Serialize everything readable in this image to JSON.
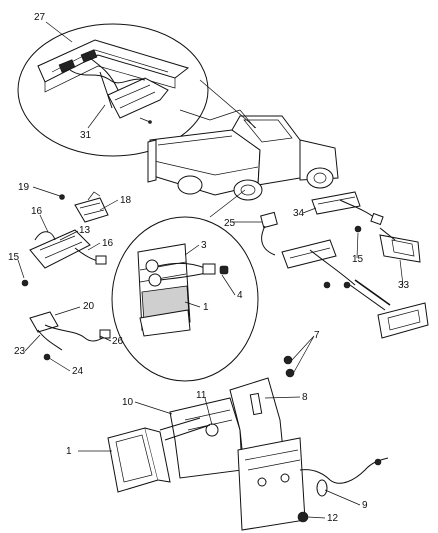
{
  "callouts": [
    {
      "id": "c27",
      "label": "27"
    },
    {
      "id": "c31",
      "label": "31"
    },
    {
      "id": "c19",
      "label": "19"
    },
    {
      "id": "c18",
      "label": "18"
    },
    {
      "id": "c16a",
      "label": "16"
    },
    {
      "id": "c13",
      "label": "13"
    },
    {
      "id": "c16b",
      "label": "16"
    },
    {
      "id": "c15a",
      "label": "15"
    },
    {
      "id": "c3",
      "label": "3"
    },
    {
      "id": "c4",
      "label": "4"
    },
    {
      "id": "c1a",
      "label": "1"
    },
    {
      "id": "c25",
      "label": "25"
    },
    {
      "id": "c34",
      "label": "34"
    },
    {
      "id": "c15b",
      "label": "15"
    },
    {
      "id": "c33",
      "label": "33"
    },
    {
      "id": "c20",
      "label": "20"
    },
    {
      "id": "c23",
      "label": "23"
    },
    {
      "id": "c26",
      "label": "26"
    },
    {
      "id": "c24",
      "label": "24"
    },
    {
      "id": "c7",
      "label": "7"
    },
    {
      "id": "c11",
      "label": "11"
    },
    {
      "id": "c10",
      "label": "10"
    },
    {
      "id": "c8",
      "label": "8"
    },
    {
      "id": "c1b",
      "label": "1"
    },
    {
      "id": "c9",
      "label": "9"
    },
    {
      "id": "c12",
      "label": "12"
    }
  ]
}
